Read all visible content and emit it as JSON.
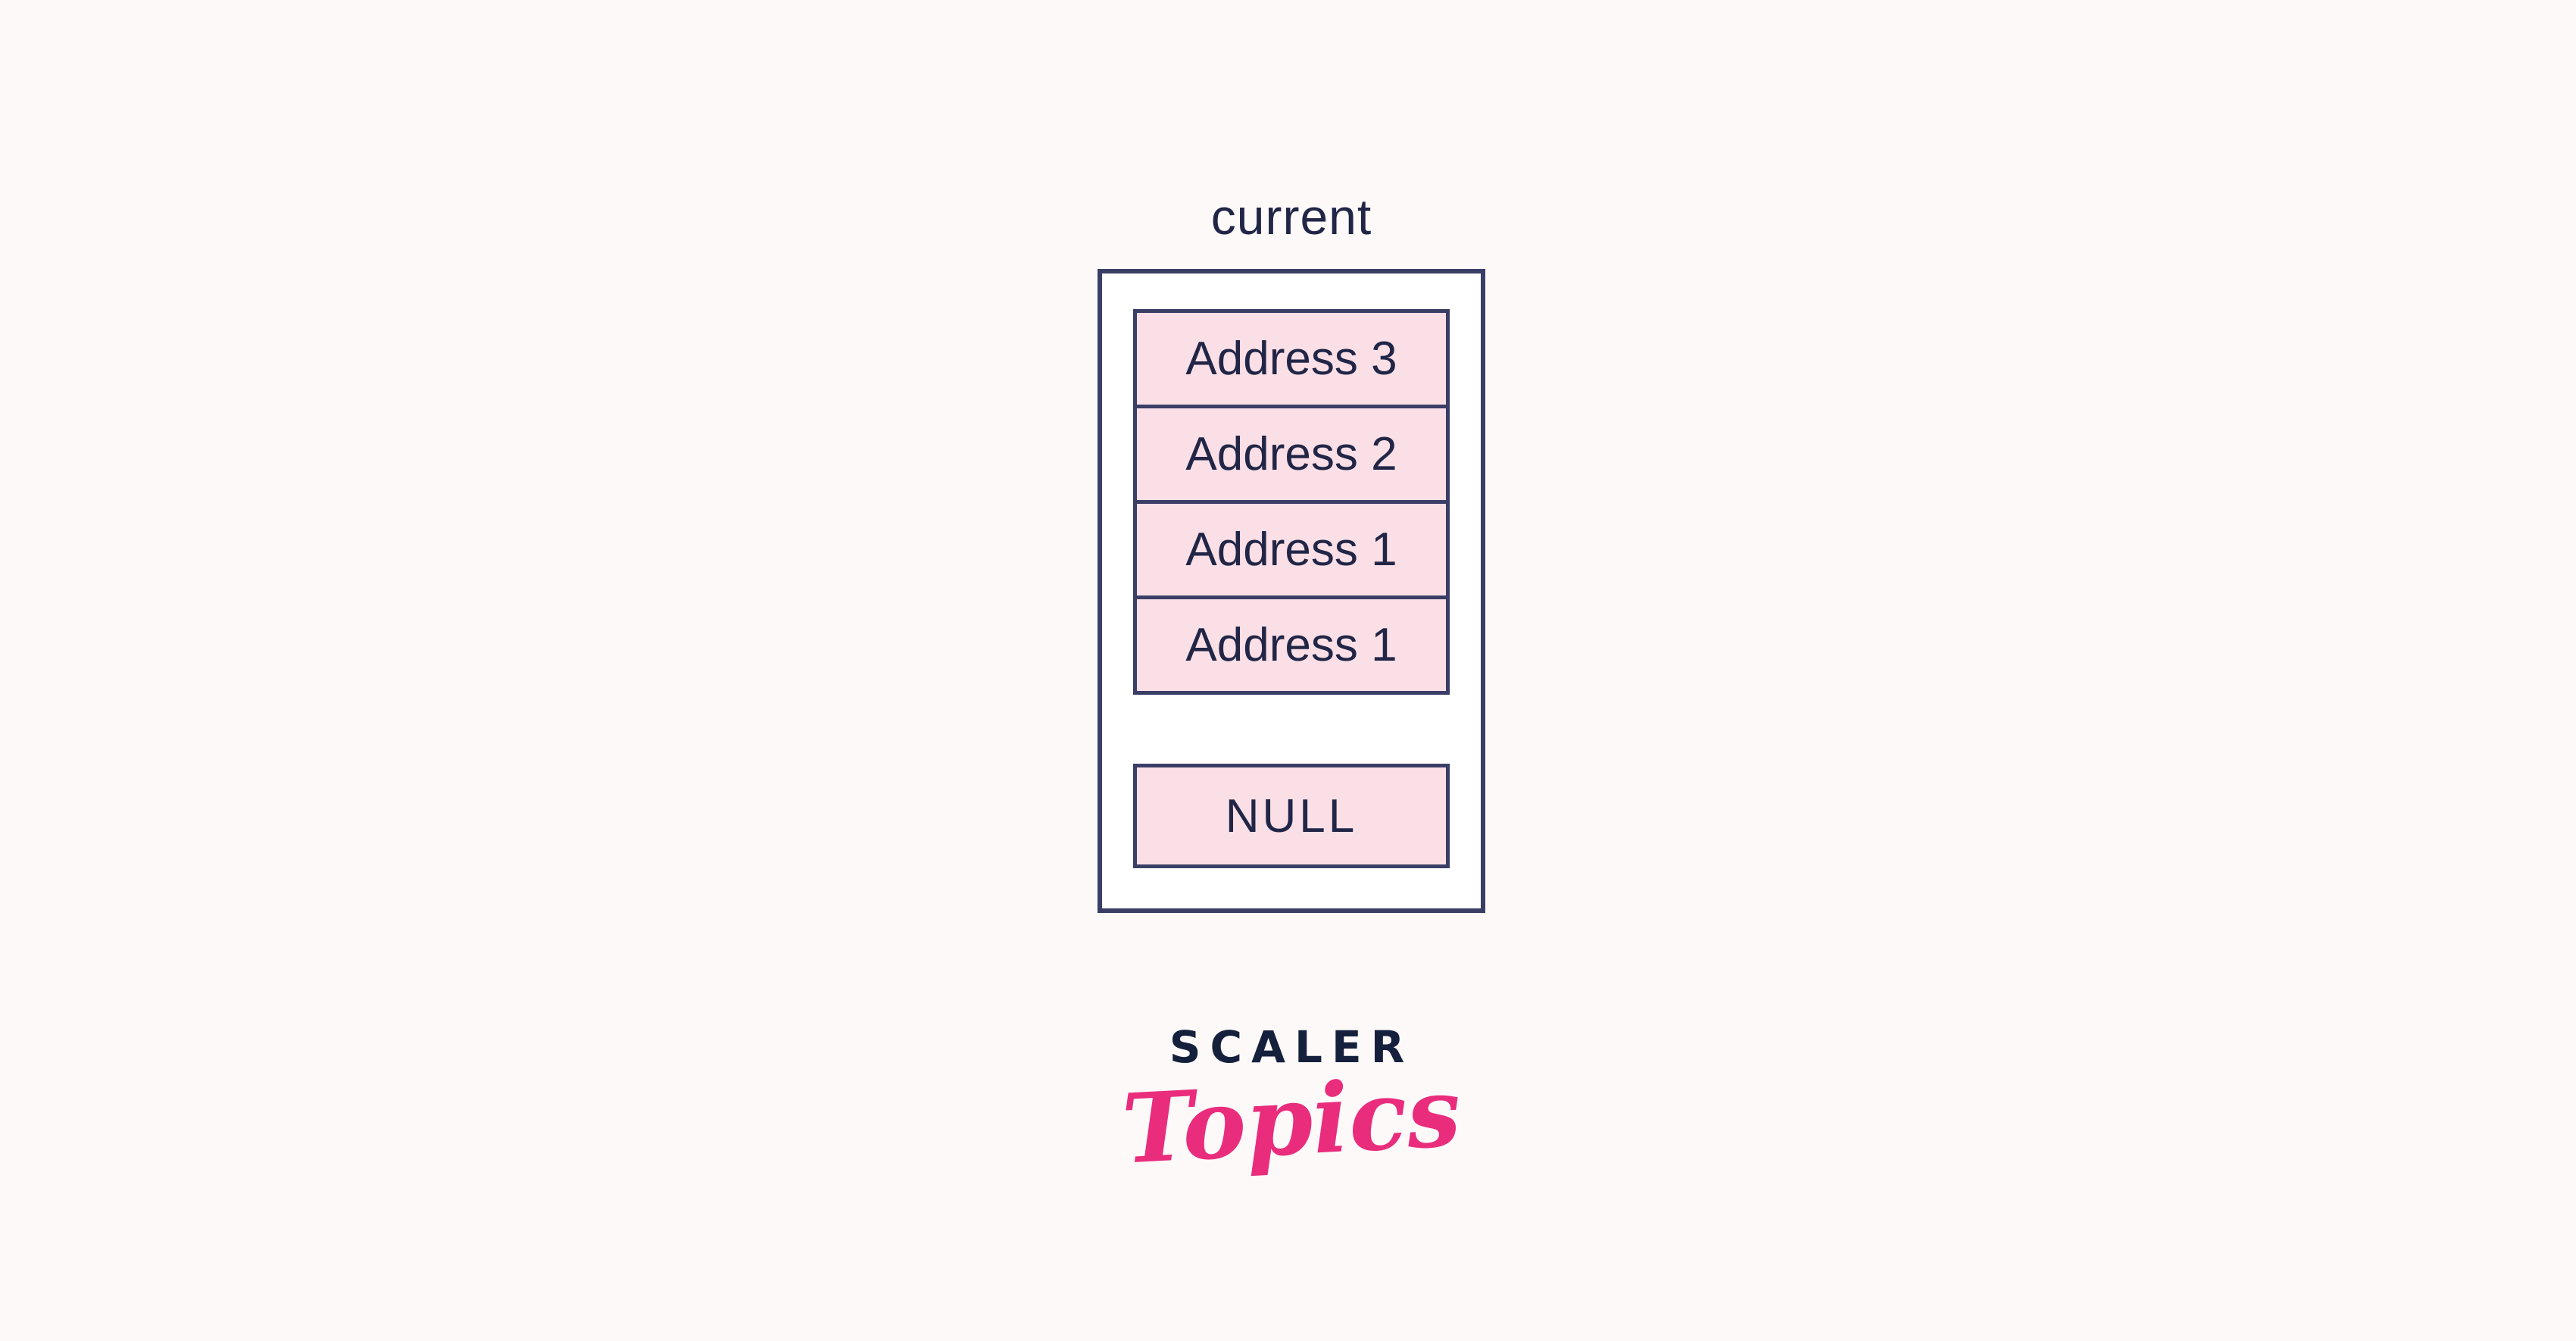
{
  "diagram": {
    "pointer_label": "current",
    "cells": [
      {
        "label": "Address 3"
      },
      {
        "label": "Address 2"
      },
      {
        "label": "Address 1"
      },
      {
        "label": "Address 1"
      }
    ],
    "null_label": "NULL"
  },
  "branding": {
    "brand_name": "SCALER",
    "product_name": "Topics"
  },
  "colors": {
    "outline_navy": "#3a3e66",
    "text_navy": "#212647",
    "cell_pink": "#fbdfe6",
    "brand_navy": "#15213c",
    "brand_pink": "#e92d7c",
    "background": "#fdf9f9",
    "box_interior": "#ffffff"
  }
}
